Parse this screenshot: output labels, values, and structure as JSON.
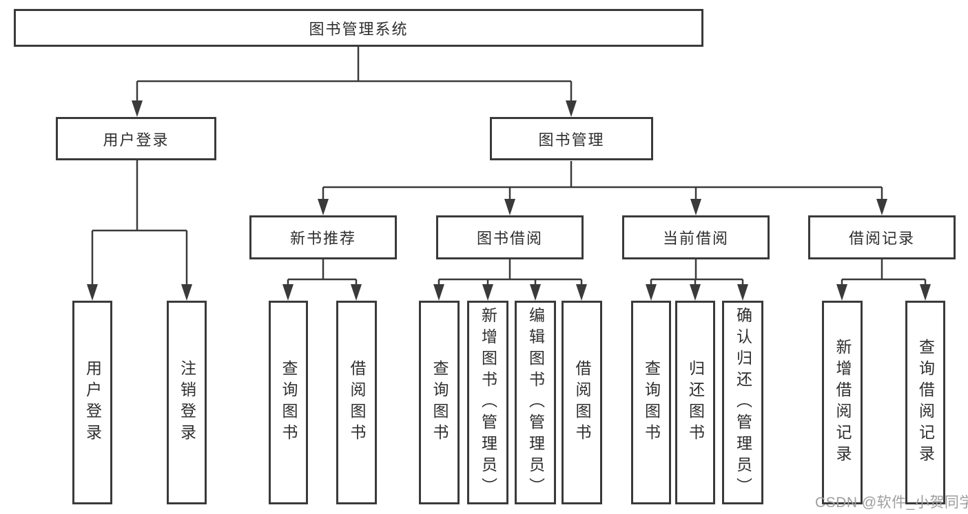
{
  "diagram": {
    "root": {
      "label": "图书管理系统"
    },
    "level2": [
      {
        "label": "用户登录"
      },
      {
        "label": "图书管理"
      }
    ],
    "level3": [
      {
        "label": "新书推荐",
        "parent": "图书管理"
      },
      {
        "label": "图书借阅",
        "parent": "图书管理"
      },
      {
        "label": "当前借阅",
        "parent": "图书管理"
      },
      {
        "label": "借阅记录",
        "parent": "图书管理"
      }
    ],
    "leaves": [
      {
        "label": "用户登录",
        "parent": "用户登录"
      },
      {
        "label": "注销登录",
        "parent": "用户登录"
      },
      {
        "label": "查询图书",
        "parent": "新书推荐"
      },
      {
        "label": "借阅图书",
        "parent": "新书推荐"
      },
      {
        "label": "查询图书",
        "parent": "图书借阅"
      },
      {
        "label": "新增图书（管理员）",
        "parent": "图书借阅"
      },
      {
        "label": "编辑图书（管理员）",
        "parent": "图书借阅"
      },
      {
        "label": "借阅图书",
        "parent": "图书借阅"
      },
      {
        "label": "查询图书",
        "parent": "当前借阅"
      },
      {
        "label": "归还图书",
        "parent": "当前借阅"
      },
      {
        "label": "确认归还（管理员）",
        "parent": "当前借阅"
      },
      {
        "label": "新增借阅记录",
        "parent": "借阅记录"
      },
      {
        "label": "查询借阅记录",
        "parent": "借阅记录"
      }
    ],
    "watermark": "CSDN @软件_小贺同学",
    "colors": {
      "line": "#3a3a3a",
      "box_border": "#3a3a3a",
      "box_fill": "#ffffff",
      "text": "#2e2e2e",
      "watermark": "#9e9e9e"
    }
  }
}
